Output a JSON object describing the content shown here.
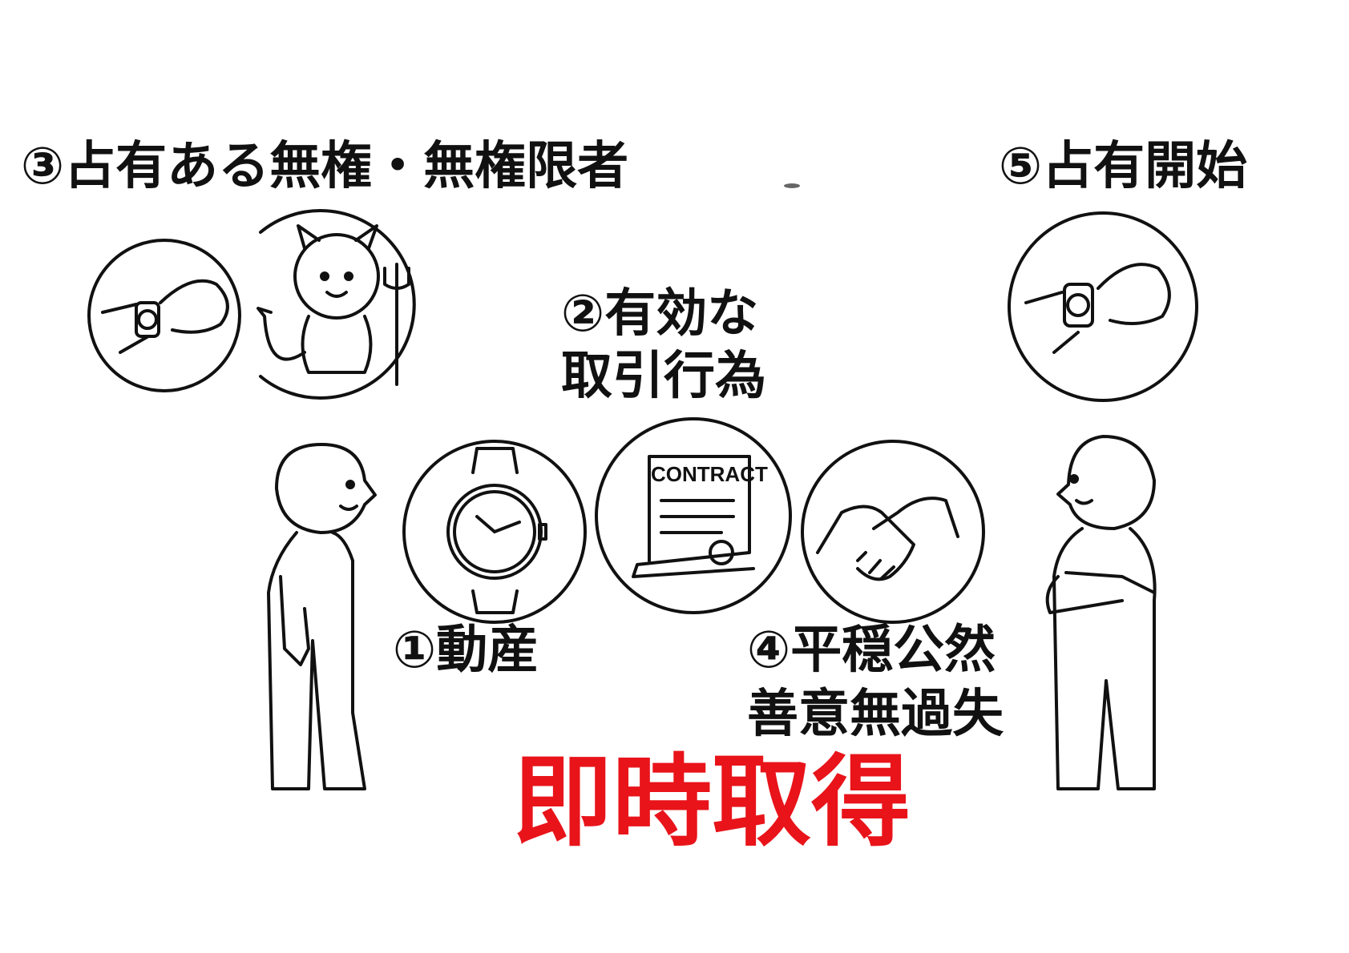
{
  "labels": {
    "possessor": "③占有ある無権・無権限者",
    "possession_start": "⑤占有開始",
    "transaction_line1": "②有効な",
    "transaction_line2": "取引行為",
    "movable": "①動産",
    "good_faith_line1": "④平穏公然",
    "good_faith_line2": "善意無過失"
  },
  "title": "即時取得",
  "contract_text": "CONTRACT",
  "colors": {
    "title": "#e8141a",
    "ink": "#111111"
  }
}
